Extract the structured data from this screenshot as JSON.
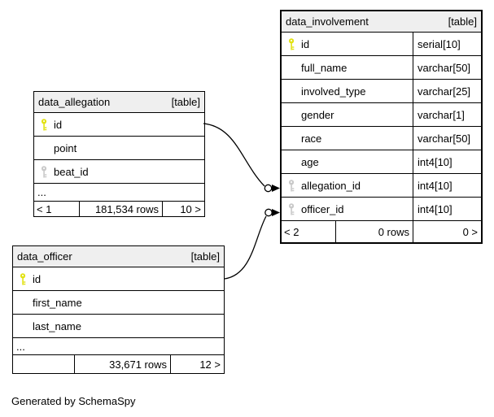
{
  "diagram": {
    "credit": "Generated by SchemaSpy",
    "colors": {
      "header_bg": "#efefef",
      "border": "#000000",
      "primary_key": "#e2e214",
      "foreign_key": "#c9c9c9",
      "background": "#ffffff"
    },
    "tables": [
      {
        "name": "data_allegation",
        "badge": "[table]",
        "columns": [
          {
            "name": "id",
            "type": "",
            "key": "primary"
          },
          {
            "name": "point",
            "type": "",
            "key": "none"
          },
          {
            "name": "beat_id",
            "type": "",
            "key": "foreign"
          },
          {
            "name": "...",
            "type": "",
            "key": "none"
          }
        ],
        "footer": {
          "left": "< 1",
          "rows": "181,534 rows",
          "right": "10 >"
        }
      },
      {
        "name": "data_involvement",
        "badge": "[table]",
        "columns": [
          {
            "name": "id",
            "type": "serial[10]",
            "key": "primary"
          },
          {
            "name": "full_name",
            "type": "varchar[50]",
            "key": "none"
          },
          {
            "name": "involved_type",
            "type": "varchar[25]",
            "key": "none"
          },
          {
            "name": "gender",
            "type": "varchar[1]",
            "key": "none"
          },
          {
            "name": "race",
            "type": "varchar[50]",
            "key": "none"
          },
          {
            "name": "age",
            "type": "int4[10]",
            "key": "none"
          },
          {
            "name": "allegation_id",
            "type": "int4[10]",
            "key": "foreign"
          },
          {
            "name": "officer_id",
            "type": "int4[10]",
            "key": "foreign"
          }
        ],
        "footer": {
          "left": "< 2",
          "rows": "0 rows",
          "right": "0 >"
        }
      },
      {
        "name": "data_officer",
        "badge": "[table]",
        "columns": [
          {
            "name": "id",
            "type": "",
            "key": "primary"
          },
          {
            "name": "first_name",
            "type": "",
            "key": "none"
          },
          {
            "name": "last_name",
            "type": "",
            "key": "none"
          },
          {
            "name": "...",
            "type": "",
            "key": "none"
          }
        ],
        "footer": {
          "left": "",
          "rows": "33,671 rows",
          "right": "12 >"
        }
      }
    ],
    "relationships": [
      {
        "from": "data_allegation.id",
        "to": "data_involvement.allegation_id"
      },
      {
        "from": "data_officer.id",
        "to": "data_involvement.officer_id"
      }
    ]
  }
}
